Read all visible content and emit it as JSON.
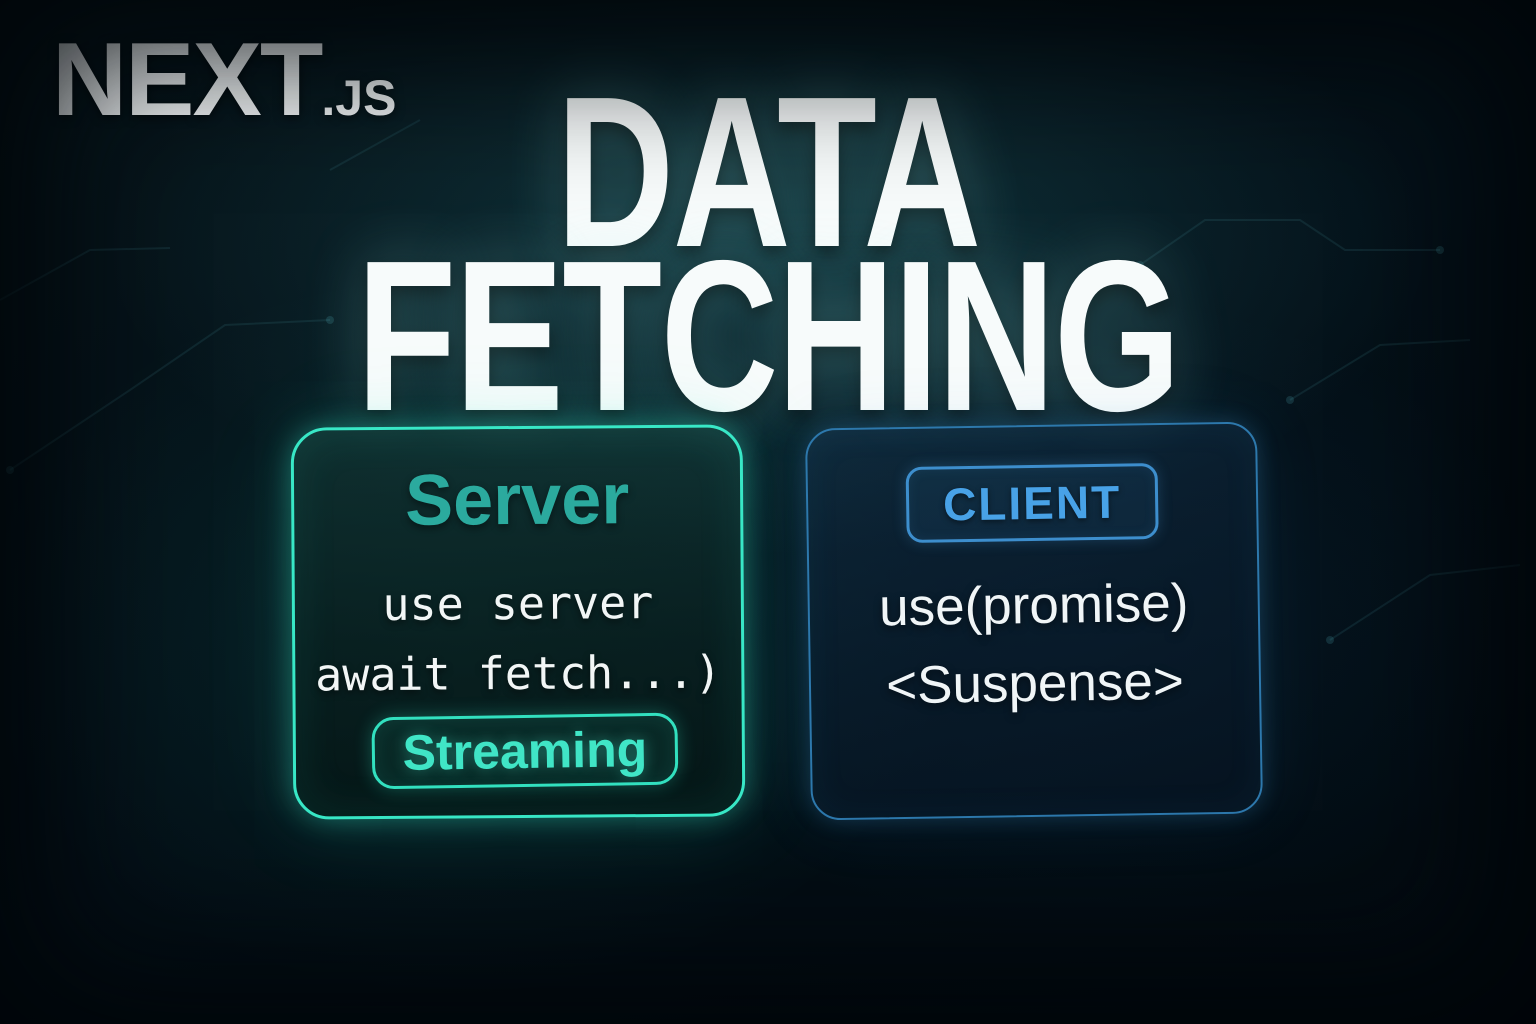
{
  "logo": {
    "brand": "NEXT",
    "suffix": ".JS"
  },
  "title": {
    "line1": "DATA",
    "line2": "FETCHING"
  },
  "cards": {
    "server": {
      "heading": "Server",
      "code_lines": [
        "use server",
        "await fetch...)"
      ],
      "badge_label": "Streaming",
      "accent_color": "#38e7c6",
      "heading_color": "#2baa9e"
    },
    "client": {
      "badge_label": "CLIENT",
      "code_lines": [
        "use(promise)",
        "<Suspense>"
      ],
      "accent_color": "#3d8ecd",
      "badge_text_color": "#48a2e7"
    }
  },
  "colors": {
    "background": "#03101a",
    "title_text": "#f7fbfb",
    "code_text": "#f2f6f6",
    "glow_teal": "#3aafb9",
    "glow_blue": "#3c91cd"
  }
}
